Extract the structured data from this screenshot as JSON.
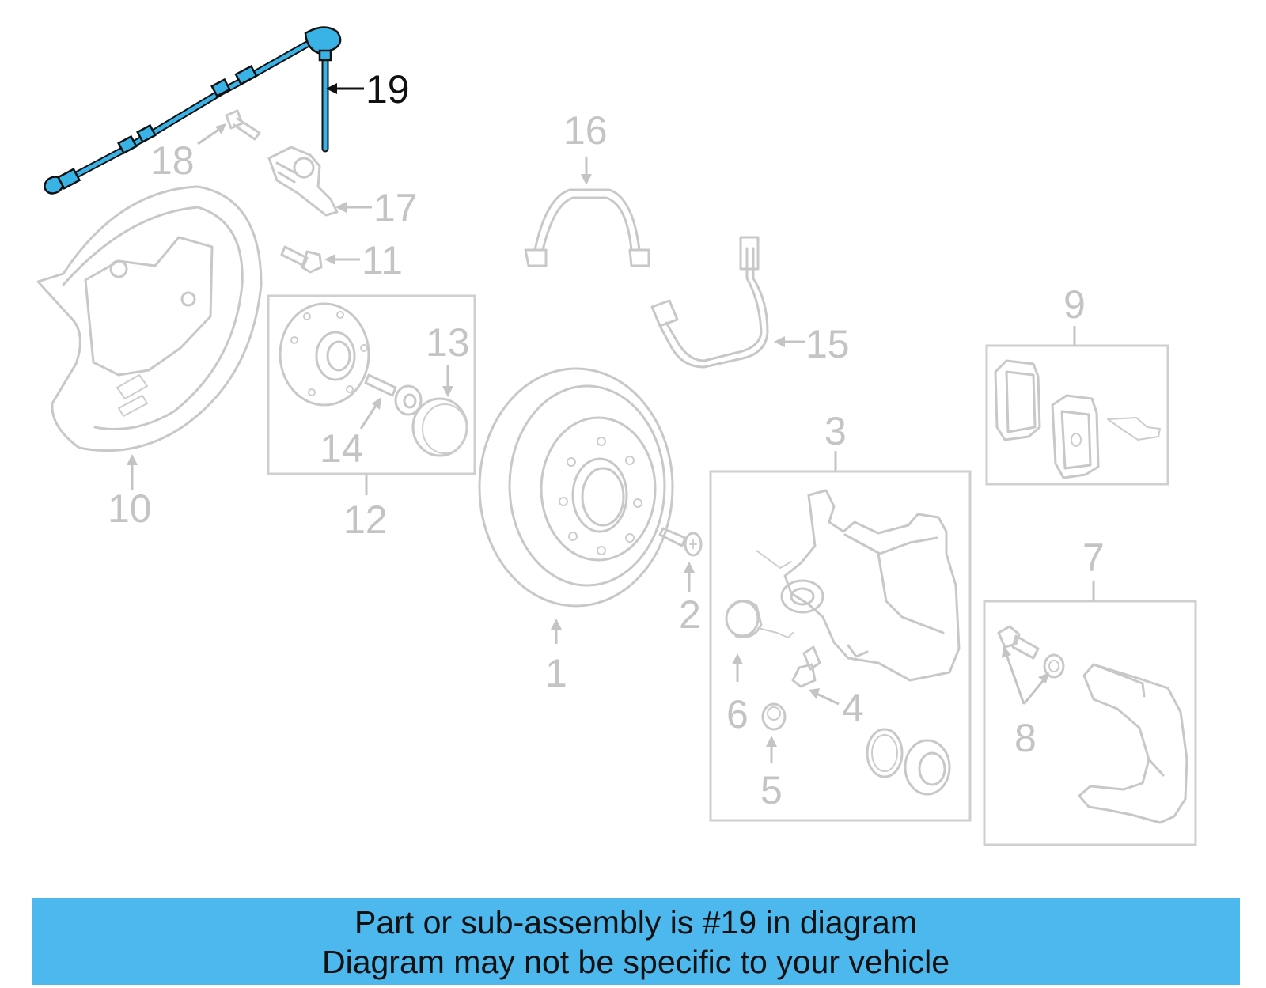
{
  "callouts": {
    "c1": "1",
    "c2": "2",
    "c3": "3",
    "c4": "4",
    "c5": "5",
    "c6": "6",
    "c7": "7",
    "c8": "8",
    "c9": "9",
    "c10": "10",
    "c11": "11",
    "c12": "12",
    "c13": "13",
    "c14": "14",
    "c15": "15",
    "c16": "16",
    "c17": "17",
    "c18": "18",
    "c19": "19"
  },
  "highlighted_part": "19",
  "colors": {
    "highlight": "#39b3e6",
    "banner": "#4cb8ee",
    "faded_part": "#c8c8c8"
  },
  "banner": {
    "line1": "Part or sub-assembly is #19 in diagram",
    "line2": "Diagram may not be specific to your vehicle"
  }
}
